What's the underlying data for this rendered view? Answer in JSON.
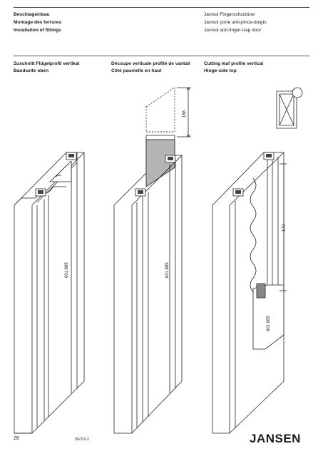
{
  "header": {
    "left": [
      "Beschlageinbau",
      "Montage des ferrures",
      "Installation of fittings"
    ],
    "right": [
      "Janisol Fingerschutztüre",
      "Janisol porte anti-pince-doigts",
      "Janisol anti-finger-trap door"
    ]
  },
  "sections": [
    {
      "line1": "Zuschnitt Flügelprofil vertikal",
      "line2": "Bandseite oben",
      "profile_code": "601.885"
    },
    {
      "line1": "Découpe verticale profilé de vantail",
      "line2": "Côté paumelle en haut",
      "profile_code": "601.885"
    },
    {
      "line1": "Cutting leaf profile vertical",
      "line2": "Hinge-side top",
      "profile_code": "601.885"
    }
  ],
  "dimensions": {
    "cut_height": "188",
    "cut_length": "173"
  },
  "footer": {
    "page_number": "28",
    "date": "09/2012",
    "brand": "JANSEN"
  }
}
